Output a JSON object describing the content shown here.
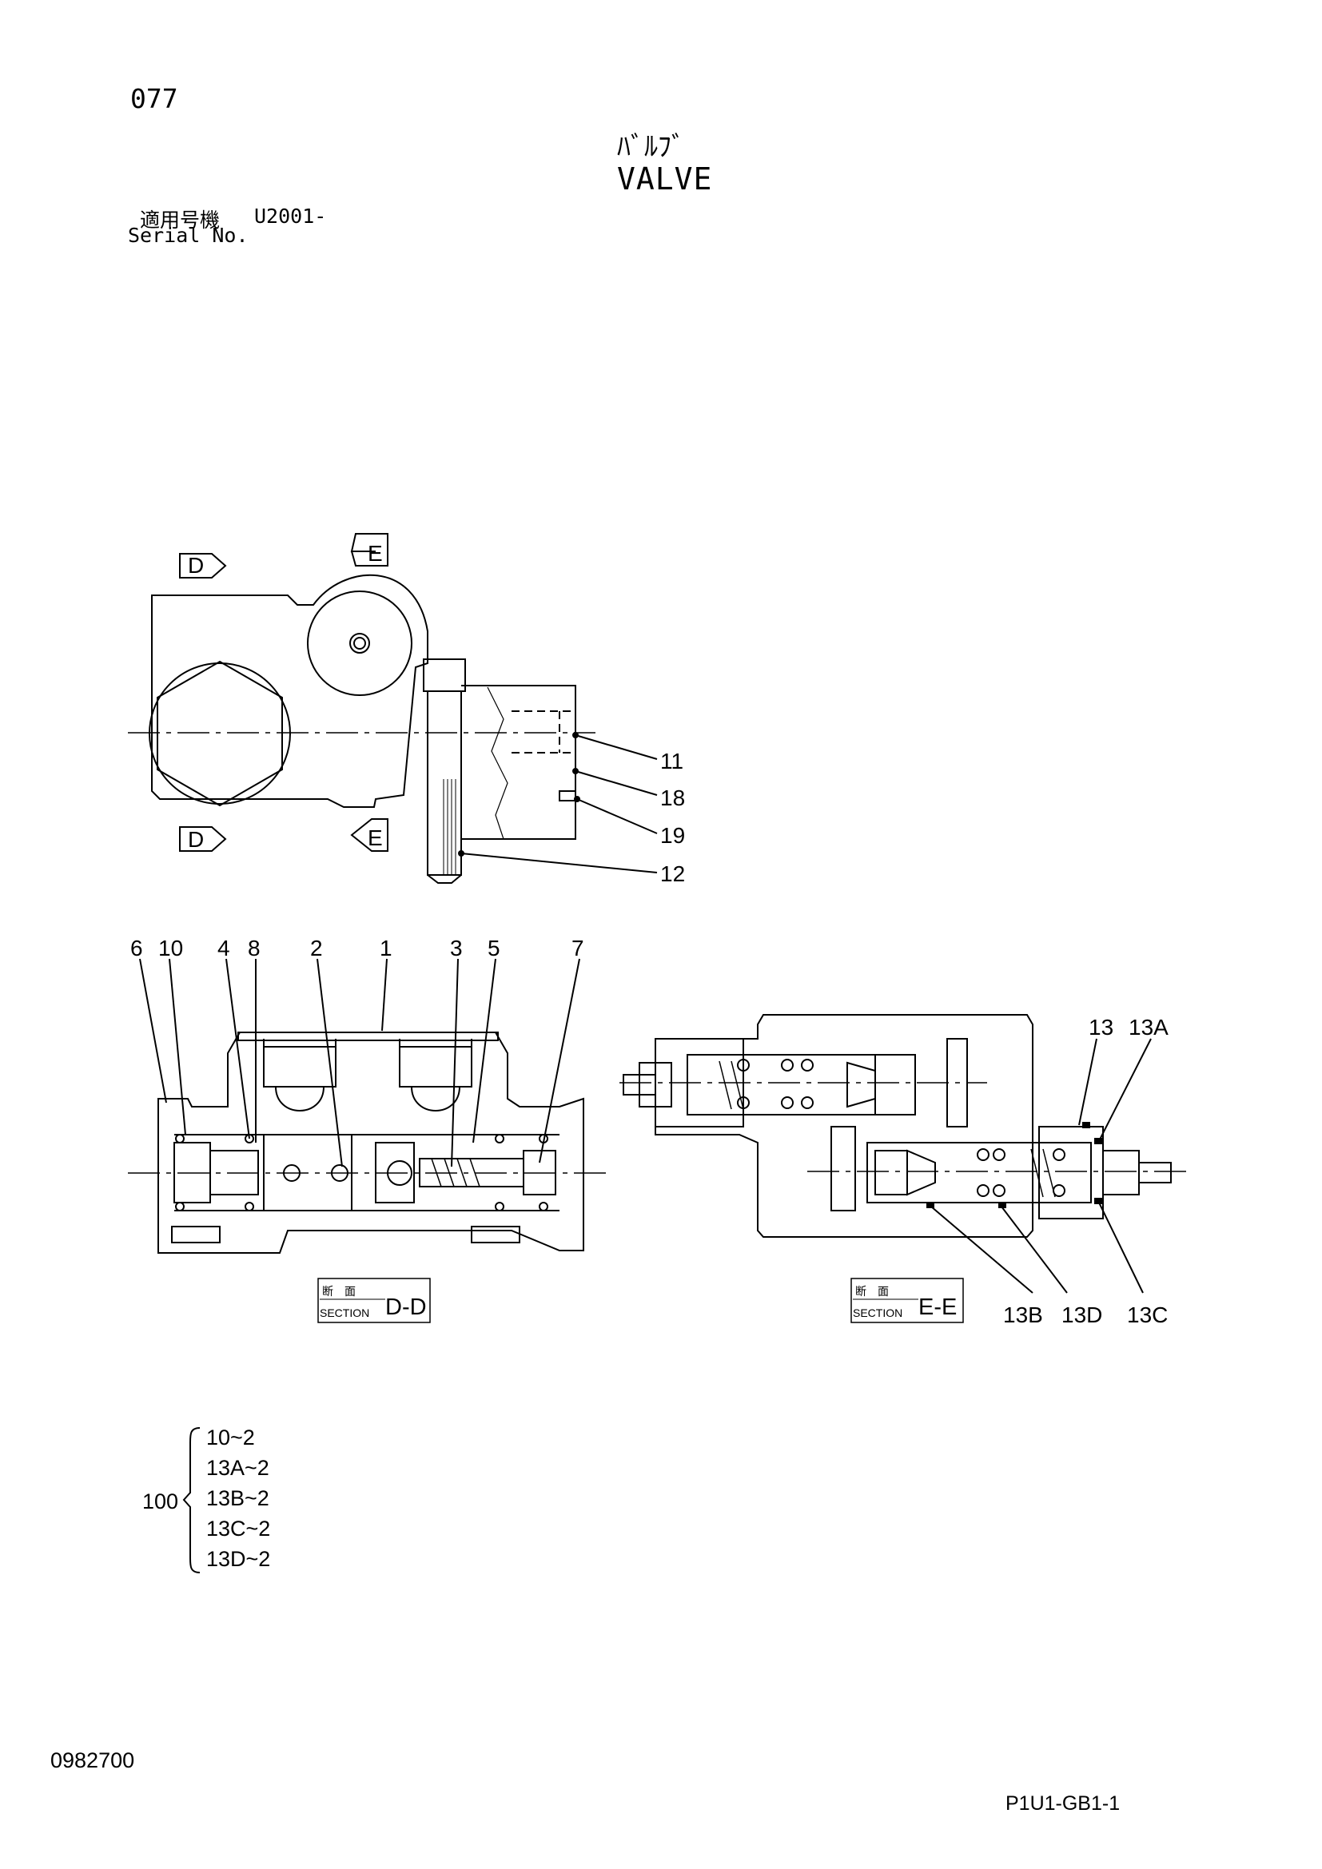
{
  "header": {
    "page_number": "077",
    "title_jp": "ﾊﾞﾙﾌﾞ",
    "title_en": "VALVE",
    "serial_label_jp": "適用号機",
    "serial_code": "U2001-",
    "serial_label_en": "Serial No."
  },
  "view_markers": {
    "d_top": "D",
    "e_top": "E",
    "d_bottom": "D",
    "e_bottom": "E"
  },
  "top_callouts": {
    "c11": "11",
    "c18": "18",
    "c19": "19",
    "c12": "12"
  },
  "section_dd": {
    "labels": [
      "6",
      "10",
      "4",
      "8",
      "2",
      "1",
      "3",
      "5",
      "7"
    ],
    "caption_jp": "断　面",
    "caption_en": "SECTION",
    "caption_id": "D-D"
  },
  "section_ee": {
    "top_labels": [
      "13",
      "13A"
    ],
    "bottom_labels": [
      "13B",
      "13D",
      "13C"
    ],
    "caption_jp": "断　面",
    "caption_en": "SECTION",
    "caption_id": "E-E"
  },
  "kit": {
    "parent": "100",
    "items": [
      "10~2",
      "13A~2",
      "13B~2",
      "13C~2",
      "13D~2"
    ]
  },
  "footer": {
    "drawing_number": "0982700",
    "sheet_code": "P1U1-GB1-1"
  }
}
